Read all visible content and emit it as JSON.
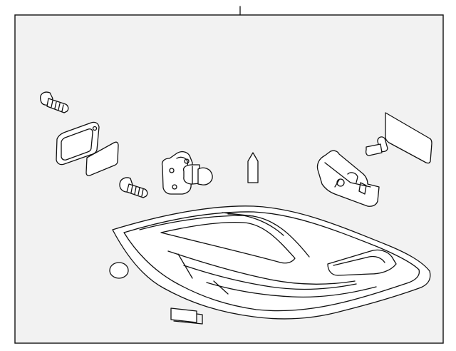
{
  "diagram": {
    "callouts": [],
    "colors": {
      "background": "#ffffff",
      "panel": "#f2f2f2",
      "line": "#111111"
    },
    "parts": [
      "leader-line",
      "screw-upper-left",
      "bulb-seal-gasket",
      "seal-pad-left",
      "bulb-socket-assembly",
      "screw-middle",
      "arrow-pointer-icon",
      "mounting-bracket",
      "screw-right",
      "seal-pad-right",
      "tail-lamp-housing",
      "round-plug",
      "label-tag"
    ]
  }
}
